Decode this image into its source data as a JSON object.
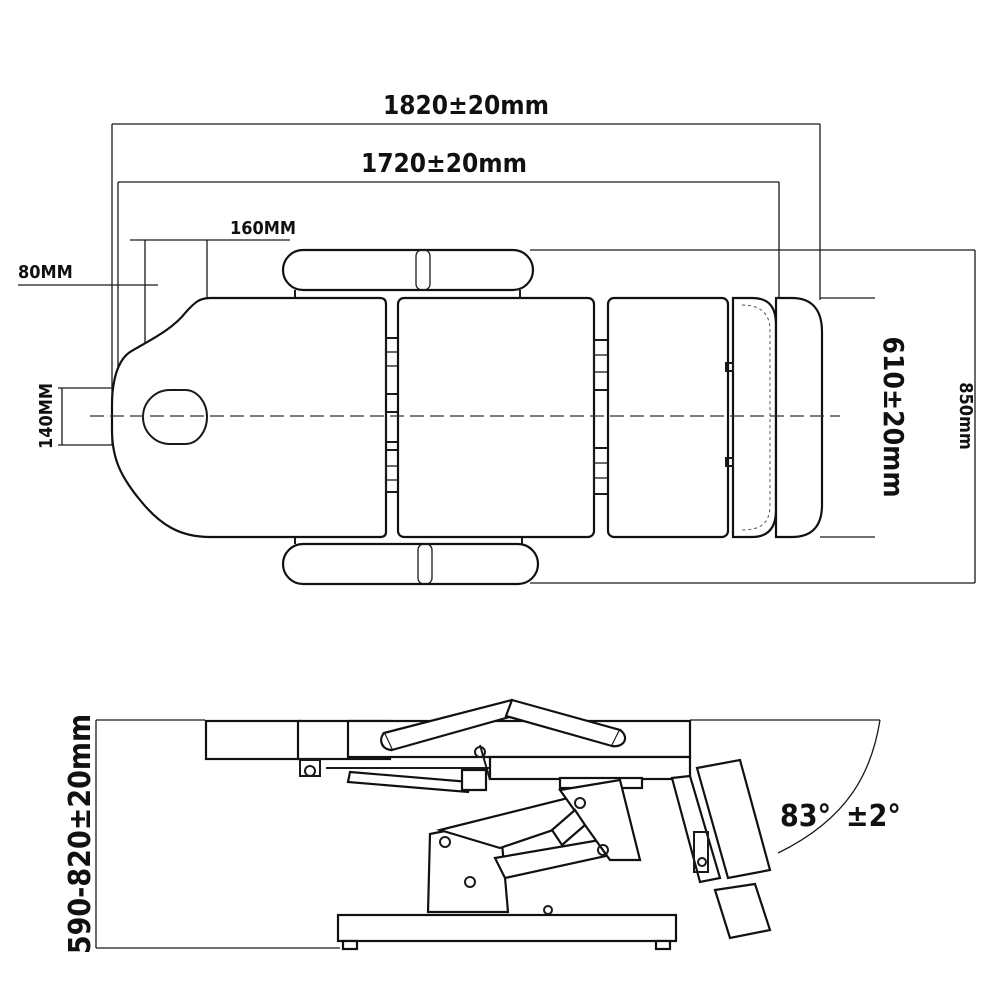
{
  "top_view": {
    "overall_length": "1820±20mm",
    "bed_length": "1720±20mm",
    "head_offset_160": "160MM",
    "head_offset_80": "80MM",
    "face_hole": "140MM",
    "bed_width": "610±20mm",
    "overall_width": "850mm"
  },
  "side_view": {
    "height_range": "590-820±20mm",
    "backrest_angle": "83°",
    "angle_tolerance": "±2°"
  }
}
